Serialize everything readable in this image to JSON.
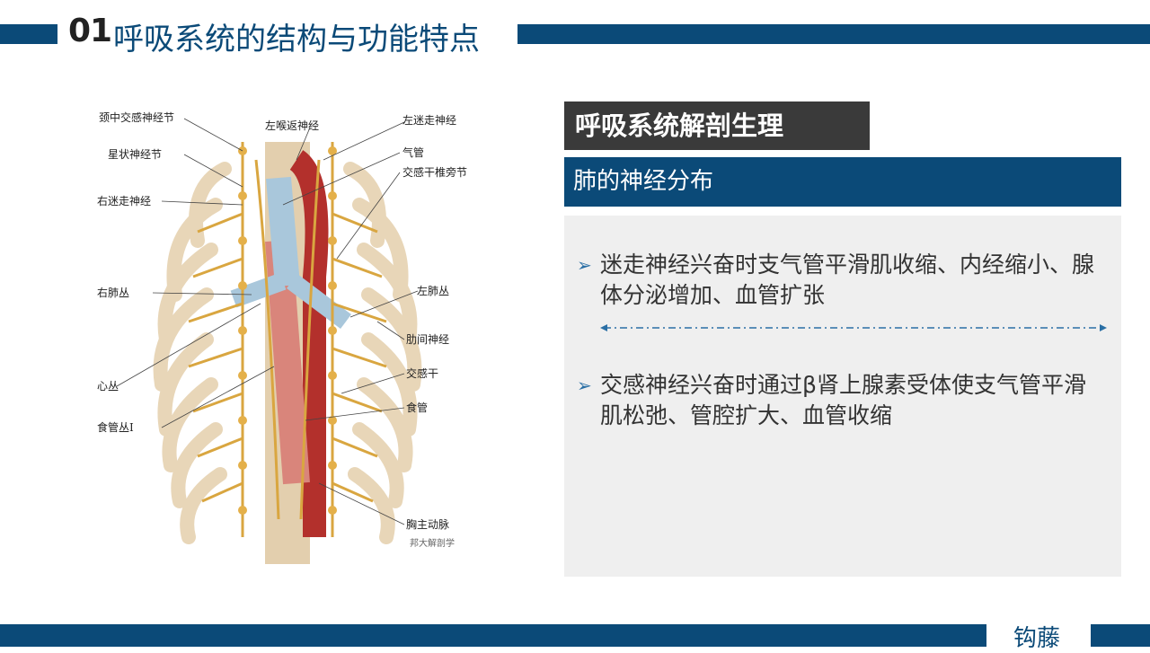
{
  "header": {
    "number": "01",
    "title": "呼吸系统的结构与功能特点"
  },
  "figure": {
    "labels": {
      "neck_ganglion": "颈中交感神经节",
      "stellate": "星状神经节",
      "right_vagus": "右迷走神经",
      "right_plexus": "右肺丛",
      "heart_plexus": "心丛",
      "esophageal_plexus": "食管丛I",
      "left_recurrent": "左喉返神经",
      "left_vagus": "左迷走神经",
      "trachea": "气管",
      "sympathetic_paravertebral": "交感干椎旁节",
      "left_plexus": "左肺丛",
      "intercostal": "肋间神经",
      "sympathetic_trunk": "交感干",
      "esophagus": "食管",
      "aorta": "胸主动脉",
      "watermark": "邦大解剖学"
    }
  },
  "panel": {
    "section_title": "呼吸系统解剖生理",
    "subtitle": "肺的神经分布",
    "bullets": [
      {
        "text": "迷走神经兴奋时支气管平滑肌收缩、内经缩小、腺体分泌增加、血管扩张"
      },
      {
        "text": "交感神经兴奋时通过β肾上腺素受体使支气管平滑肌松弛、管腔扩大、血管收缩"
      }
    ],
    "arrow_glyph": "➢"
  },
  "footer": {
    "text": "钩藤"
  },
  "colors": {
    "brand_blue": "#0b4a78",
    "dark_heading": "#3a3a3a",
    "panel_bg": "#efefef"
  }
}
